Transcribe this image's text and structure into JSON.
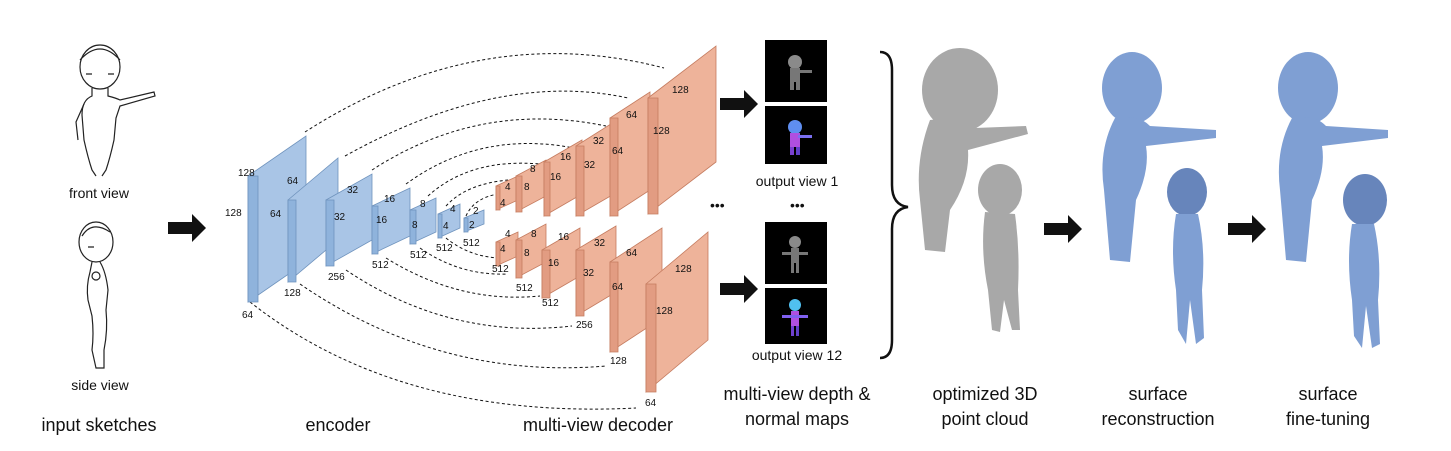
{
  "labels": {
    "front_view": "front view",
    "side_view": "side view",
    "input_sketches": "input sketches",
    "encoder": "encoder",
    "decoder": "multi-view decoder",
    "output_view_1": "output view 1",
    "output_view_12": "output view 12",
    "maps_line1": "multi-view depth &",
    "maps_line2": "normal maps",
    "cloud_line1": "optimized 3D",
    "cloud_line2": "point cloud",
    "recon_line1": "surface",
    "recon_line2": "reconstruction",
    "fine_line1": "surface",
    "fine_line2": "fine-tuning",
    "ellipsis": "•••"
  },
  "encoder_numbers": {
    "e1_top": "128",
    "e1_left": "128",
    "e1_bottom": "64",
    "e2_a": "64",
    "e2_b": "64",
    "e2_bottom": "128",
    "e3_a": "32",
    "e3_b": "32",
    "e3_bottom": "256",
    "e4_a": "16",
    "e4_b": "16",
    "e4_bottom": "512",
    "e5_a": "8",
    "e5_b": "8",
    "e5_bottom": "512",
    "e6_a": "4",
    "e6_b": "4",
    "e6_bottom": "512",
    "e7_a": "2",
    "e7_b": "2",
    "e7_bottom": "512"
  },
  "decoder_top_numbers": {
    "d1_a": "4",
    "d1_b": "4",
    "d2_a": "8",
    "d2_b": "8",
    "d3_a": "16",
    "d3_b": "16",
    "d4_a": "32",
    "d4_b": "32",
    "d5_a": "64",
    "d5_b": "64",
    "d6_a": "128",
    "d6_b": "128"
  },
  "decoder_bottom_numbers": {
    "d1_a": "4",
    "d1_b": "4",
    "d1_bottom": "512",
    "d2_a": "8",
    "d2_b": "8",
    "d2_bottom": "512",
    "d3_a": "16",
    "d3_b": "16",
    "d3_bottom": "512",
    "d4_a": "32",
    "d4_b": "32",
    "d4_bottom": "256",
    "d5_a": "64",
    "d5_b": "64",
    "d5_bottom": "128",
    "d6_a": "128",
    "d6_b": "128",
    "d6_bottom": "64"
  }
}
